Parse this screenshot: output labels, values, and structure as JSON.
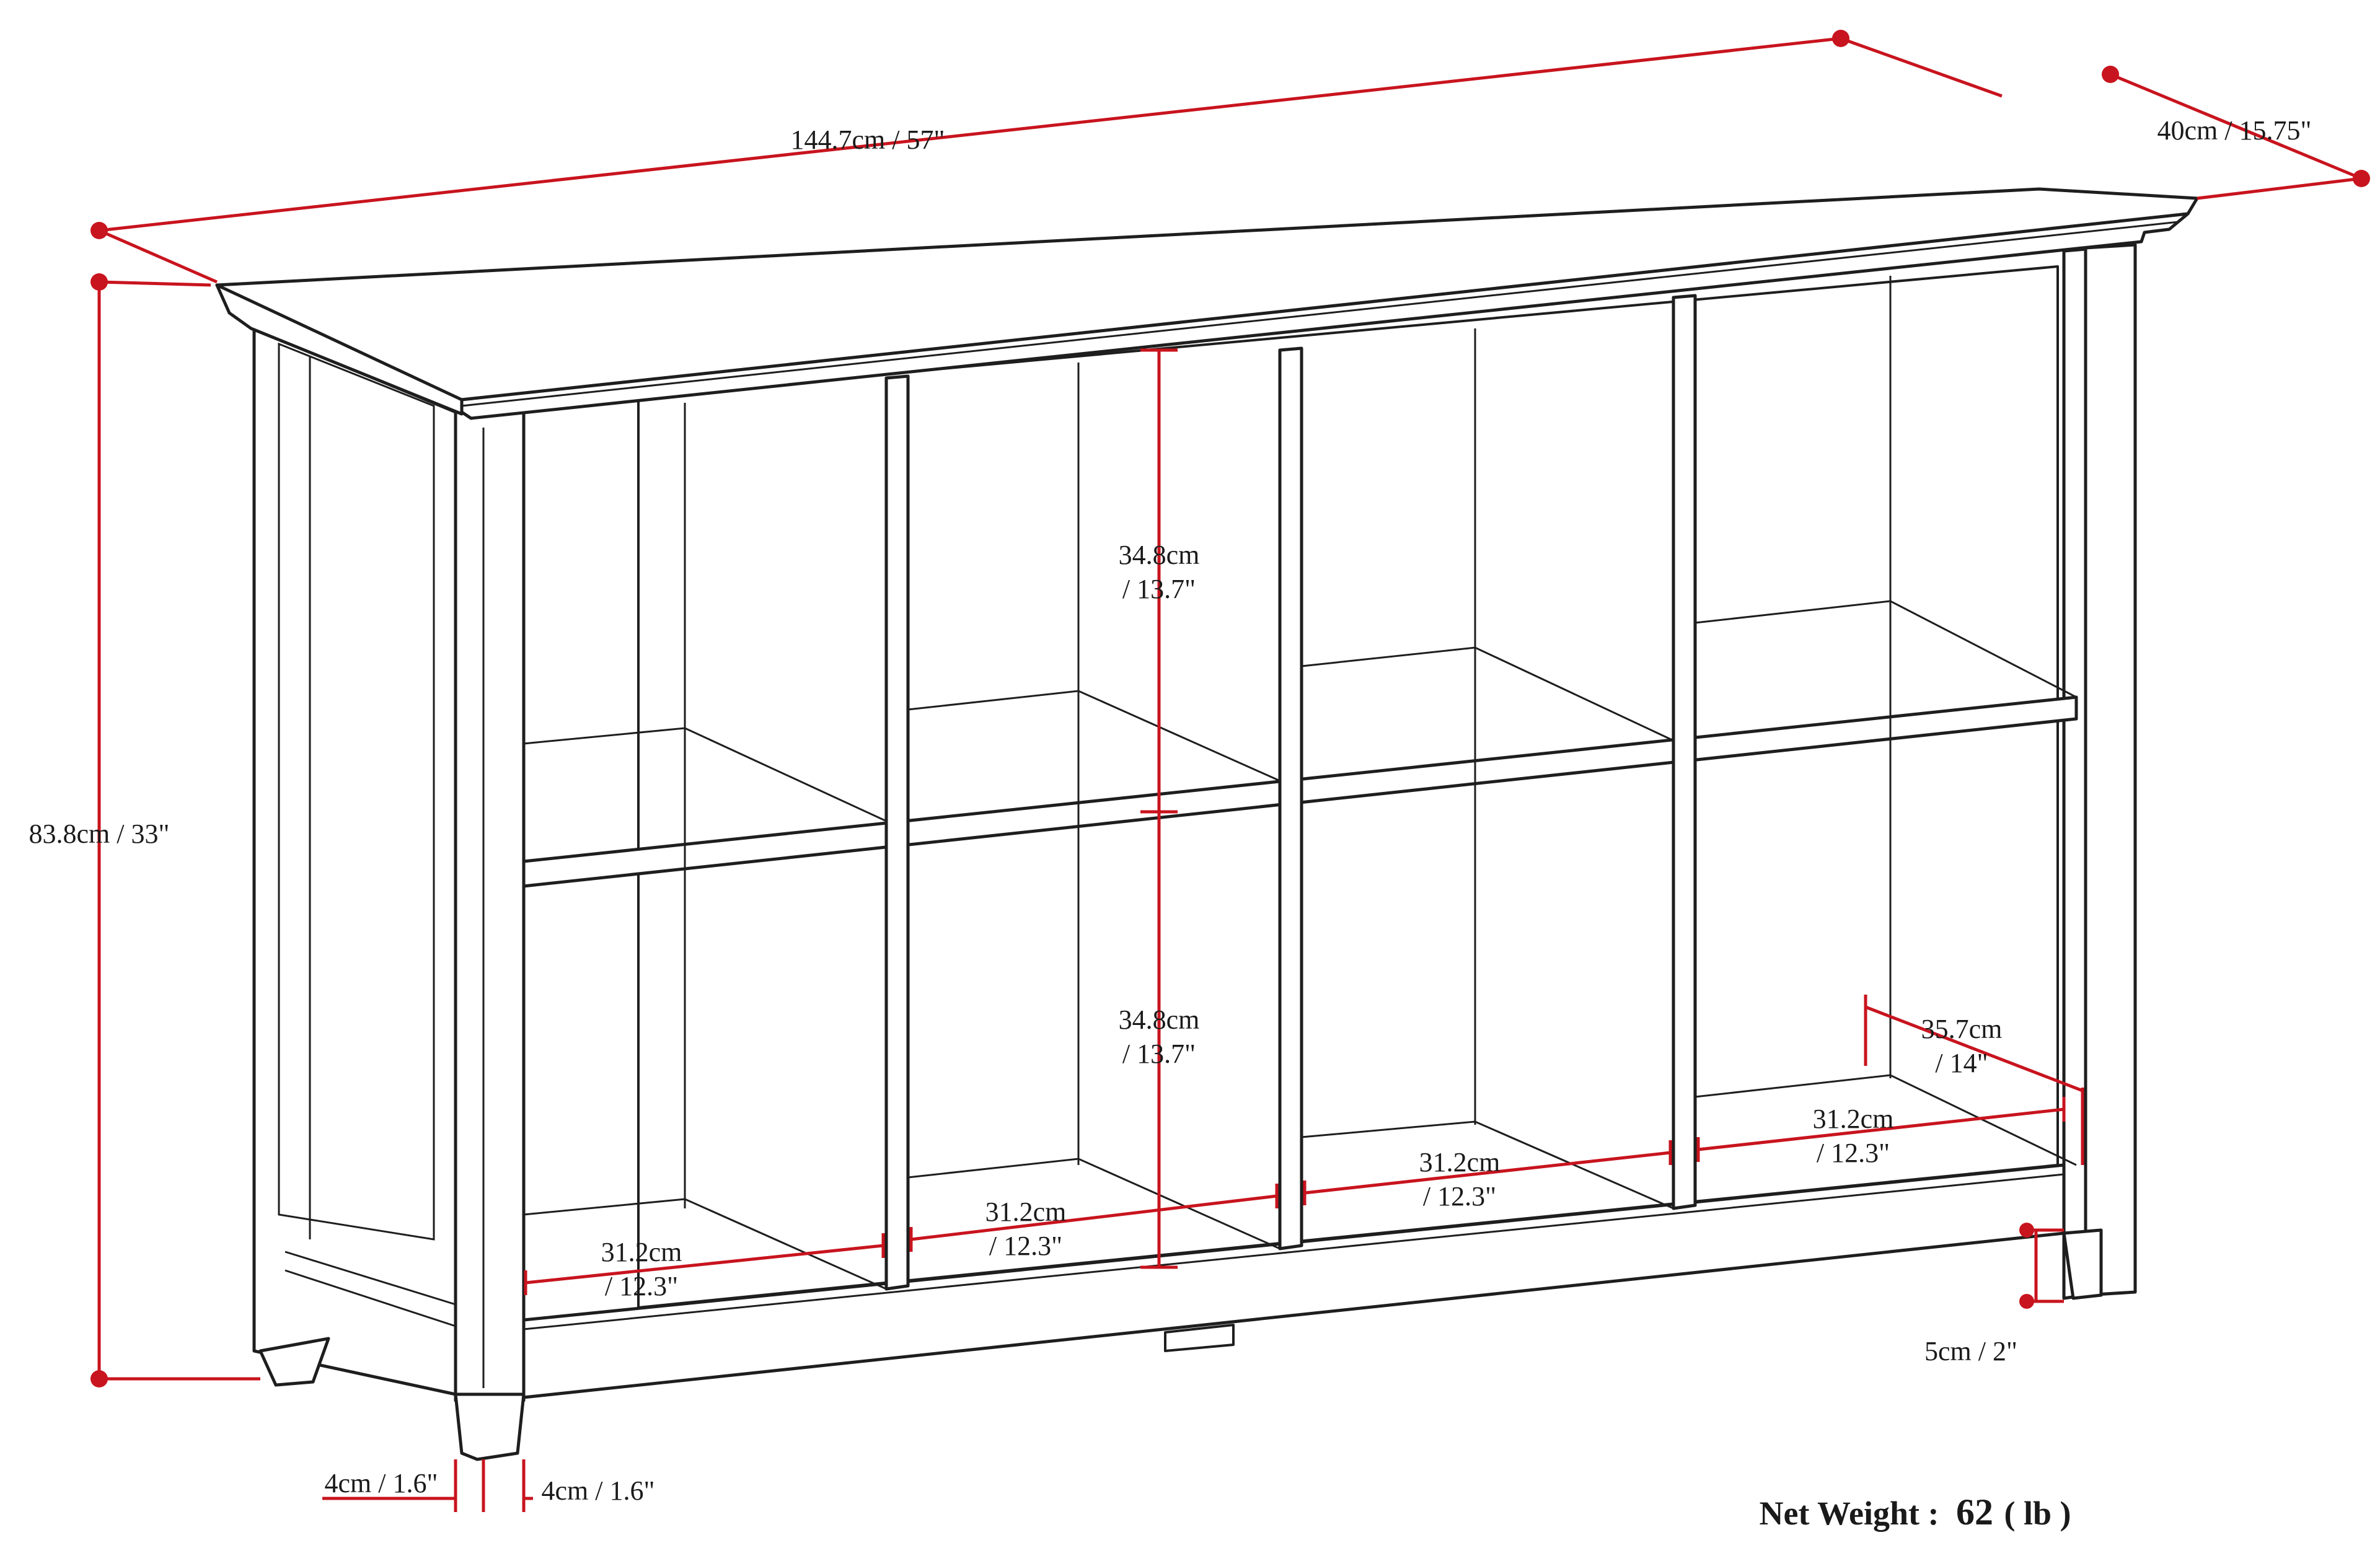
{
  "colors": {
    "dimension_line": "#c8141e",
    "outline": "#1e1e1e",
    "background": "#ffffff"
  },
  "dimensions": {
    "width": "144.7cm / 57\"",
    "depth": "40cm / 15.75\"",
    "height": "83.8cm / 33\"",
    "upper_cubby_height": {
      "line1": "34.8cm",
      "line2": "/ 13.7\""
    },
    "lower_cubby_height": {
      "line1": "34.8cm",
      "line2": "/ 13.7\""
    },
    "inner_depth": {
      "line1": "35.7cm",
      "line2": "/ 14\""
    },
    "cubby_widths": [
      {
        "line1": "31.2cm",
        "line2": "/ 12.3\""
      },
      {
        "line1": "31.2cm",
        "line2": "/ 12.3\""
      },
      {
        "line1": "31.2cm",
        "line2": "/ 12.3\""
      },
      {
        "line1": "31.2cm",
        "line2": "/ 12.3\""
      }
    ],
    "leg_height": "5cm / 2\"",
    "leg_width_left": "4cm / 1.6\"",
    "leg_width_right": "4cm / 1.6\""
  },
  "net_weight": {
    "label": "Net Weight :",
    "value": "62",
    "unit": "( lb )"
  }
}
